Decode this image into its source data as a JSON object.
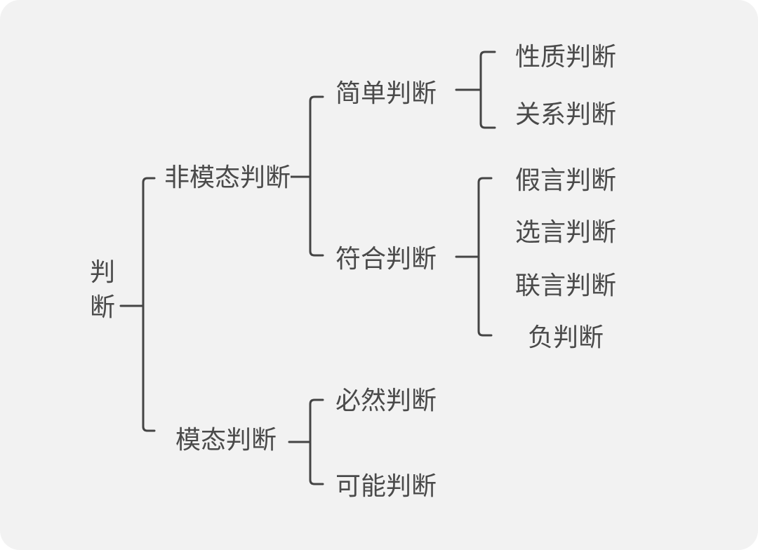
{
  "root": "判断",
  "branches": {
    "non_modal": "非模态判断",
    "modal": "模态判断"
  },
  "non_modal_children": {
    "simple": "简单判断",
    "compound": "符合判断"
  },
  "simple_children": {
    "property": "性质判断",
    "relation": "关系判断"
  },
  "compound_children": {
    "hypothetical": "假言判断",
    "disjunctive": "选言判断",
    "conjunctive": "联言判断",
    "negative": "负判断"
  },
  "modal_children": {
    "necessary": "必然判断",
    "possible": "可能判断"
  }
}
